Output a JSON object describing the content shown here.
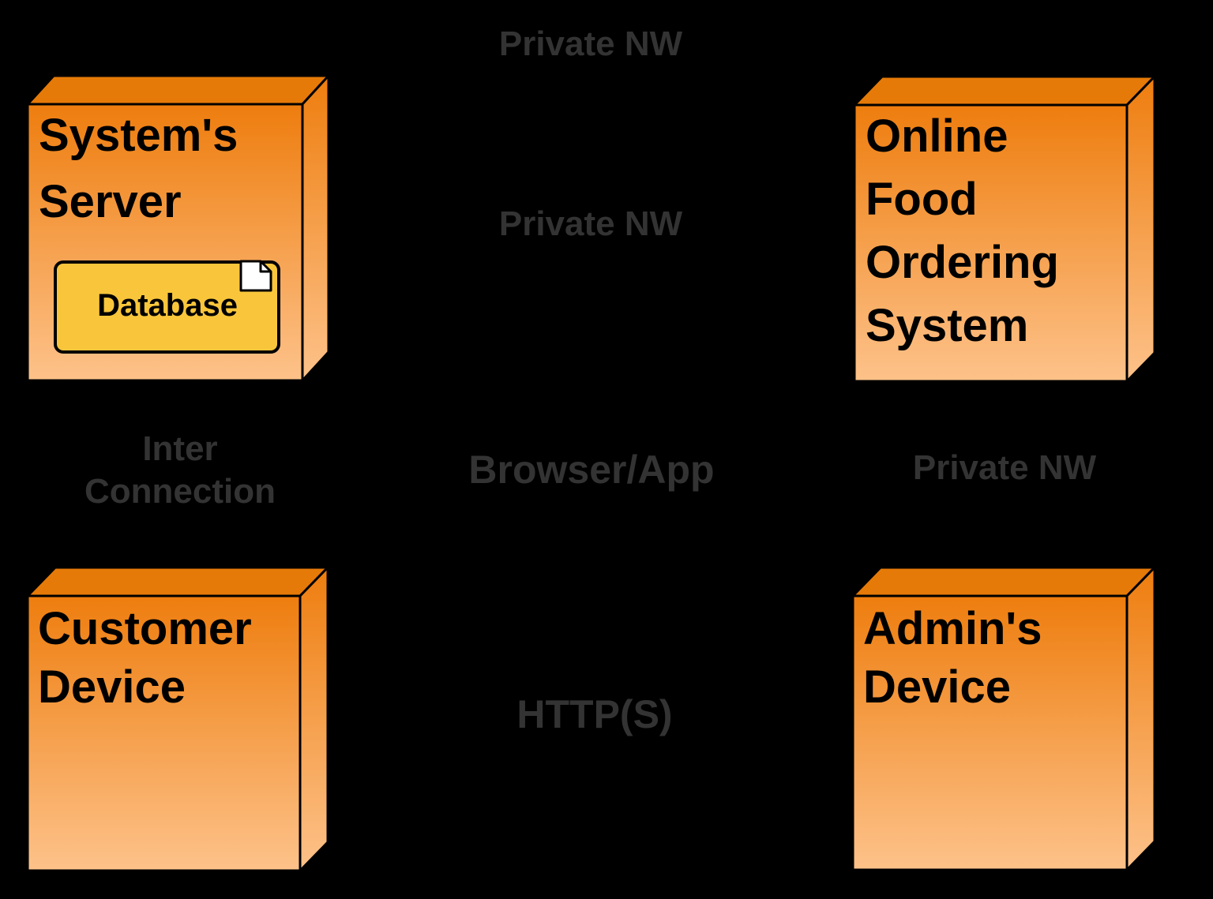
{
  "diagram": {
    "type": "uml-deployment-diagram",
    "background_color": "#000000"
  },
  "colors": {
    "node_gradient_top": "#EE7D0E",
    "node_gradient_bottom": "#FDC28A",
    "node_top_face": "#E67A08",
    "node_border": "#000000",
    "node_text": "#000000",
    "artifact_fill": "#F9C63B",
    "artifact_icon_fill": "#FFFFFF",
    "label_text": "#333333"
  },
  "nodes": {
    "systems_server": {
      "title_lines": [
        "System's",
        "Server"
      ],
      "artifact": {
        "label": "Database",
        "icon": "document-icon"
      }
    },
    "online_food_ordering_system": {
      "title_lines": [
        "Online",
        "Food",
        "Ordering",
        "System"
      ]
    },
    "customer_device": {
      "title_lines": [
        "Customer",
        "Device"
      ]
    },
    "admins_device": {
      "title_lines": [
        "Admin's",
        "Device"
      ]
    }
  },
  "connection_labels": {
    "private_nw_top": {
      "text": "Private NW"
    },
    "private_nw_mid": {
      "text": "Private NW"
    },
    "inter_connection": {
      "lines": [
        "Inter",
        "Connection"
      ]
    },
    "browser_app": {
      "text": "Browser/App"
    },
    "private_nw_right": {
      "text": "Private NW"
    },
    "https": {
      "text": "HTTP(S)"
    }
  }
}
